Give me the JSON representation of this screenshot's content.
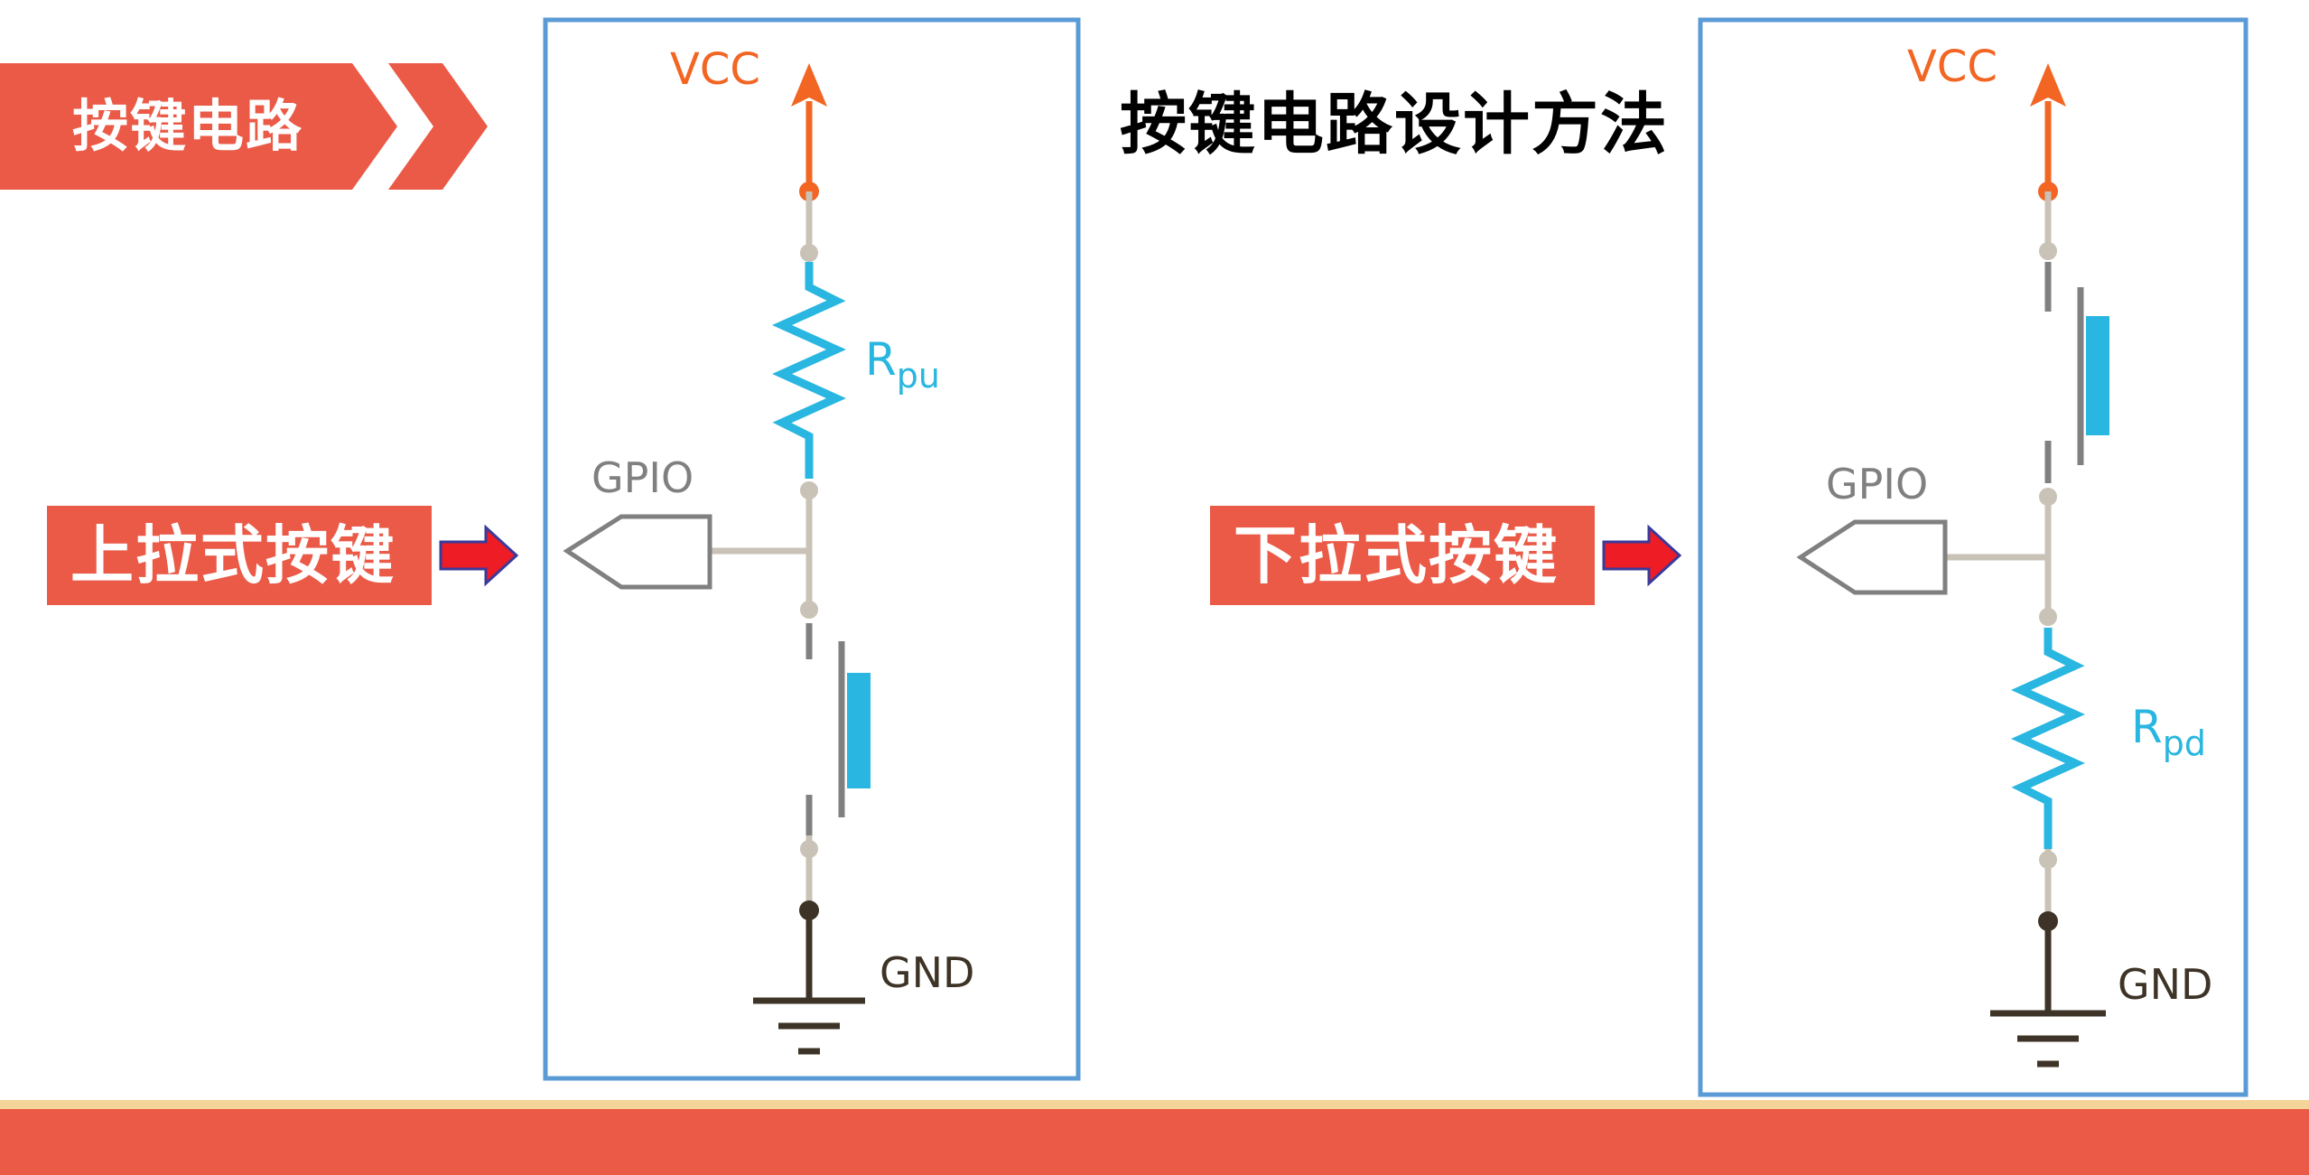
{
  "header": {
    "section_label": "按键电路",
    "title": "按键电路设计方法"
  },
  "tags": {
    "pullup": "上拉式按键",
    "pulldown": "下拉式按键"
  },
  "pullup_circuit": {
    "vcc": "VCC",
    "resistor_main": "R",
    "resistor_sub": "pu",
    "gpio": "GPIO",
    "gnd": "GND"
  },
  "pulldown_circuit": {
    "vcc": "VCC",
    "resistor_main": "R",
    "resistor_sub": "pd",
    "gpio": "GPIO",
    "gnd": "GND"
  },
  "colors": {
    "accent_red": "#ea5a47",
    "vcc_orange": "#f26522",
    "resistor_blue": "#29b6e0",
    "panel_border": "#5b9bd5",
    "wire_gray": "#c9c2b6",
    "ground_dark": "#3d3326"
  }
}
